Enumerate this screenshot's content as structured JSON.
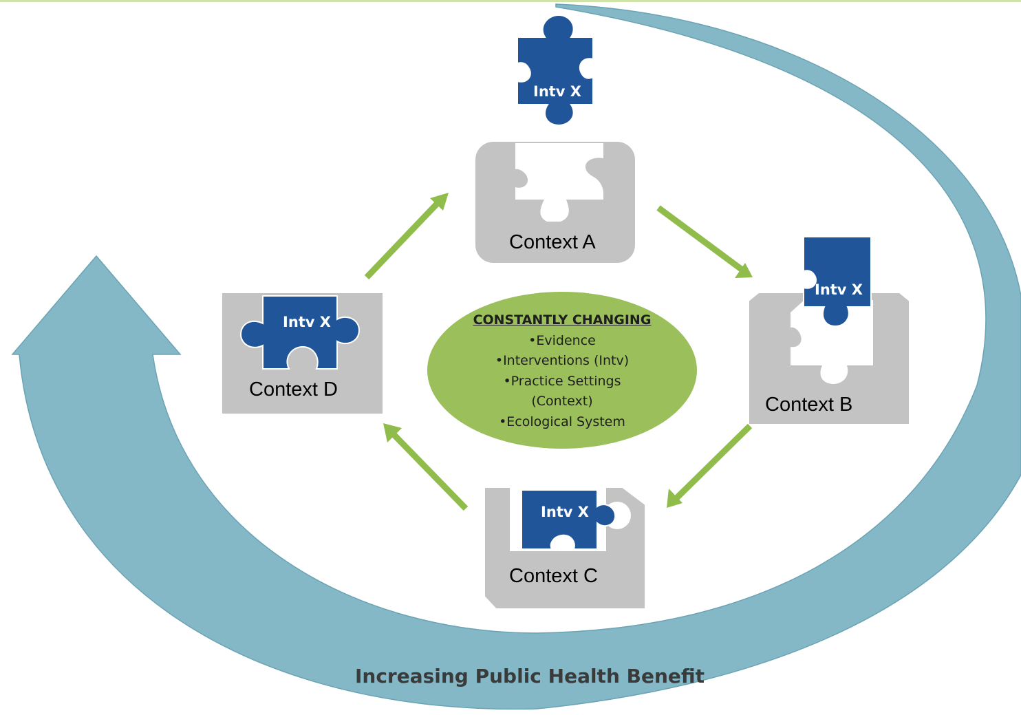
{
  "colors": {
    "big_arrow": "#84b8c7",
    "big_arrow_edge": "#6aa3b4",
    "cycle_arrow": "#8fbc4a",
    "piece": "#21559a",
    "tile": "#c3c3c3",
    "ellipse": "#9bbf5a"
  },
  "center": {
    "title": "CONSTANTLY CHANGING",
    "items": [
      "•Evidence",
      "•Interventions (Intv)",
      "•Practice Settings",
      "(Context)",
      "•Ecological System"
    ]
  },
  "contexts": {
    "a": {
      "label": "Context A"
    },
    "b": {
      "label": "Context B"
    },
    "c": {
      "label": "Context C"
    },
    "d": {
      "label": "Context D"
    }
  },
  "pieces": {
    "top": "Intv X",
    "b": "Intv X",
    "c": "Intv X",
    "d": "Intv X"
  },
  "benefit_label": "Increasing Public Health Benefit"
}
